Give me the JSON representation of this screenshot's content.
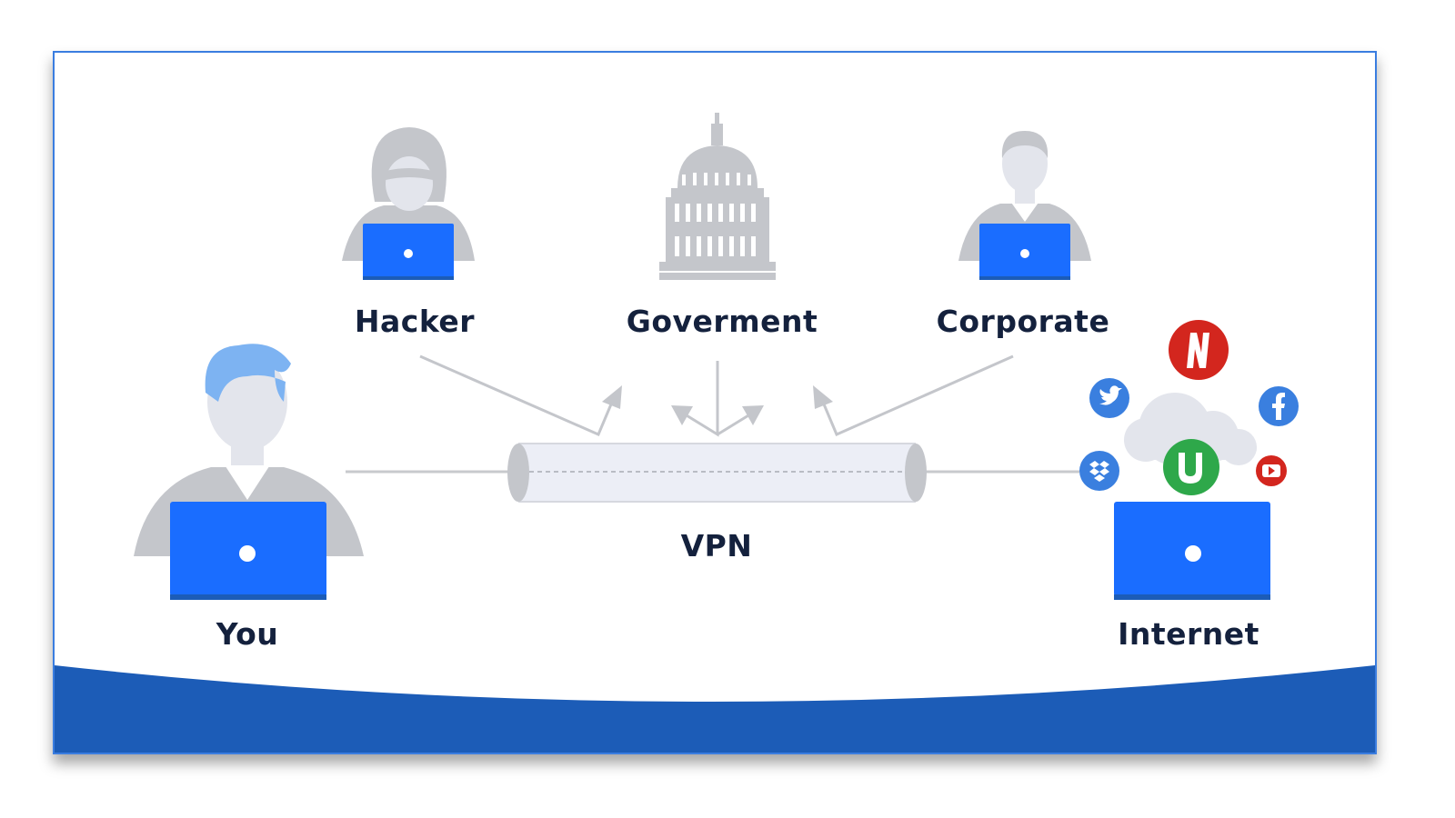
{
  "labels": {
    "you": "You",
    "hacker": "Hacker",
    "government": "Goverment",
    "corporate": "Corporate",
    "vpn": "VPN",
    "internet": "Internet"
  },
  "colors": {
    "frame_border": "#3a7de0",
    "laptop_blue": "#1a6dff",
    "figure_gray": "#c4c6cb",
    "tunnel_fill": "#eceef6",
    "wave_blue": "#1c5cb7",
    "text_dark": "#14213d",
    "netflix_red": "#d3261e",
    "utorrent_green": "#2ea84a",
    "social_blue": "#3a7fdf"
  },
  "icons": [
    "twitter-icon",
    "netflix-icon",
    "facebook-icon",
    "dropbox-icon",
    "utorrent-icon",
    "youtube-icon",
    "cloud-icon"
  ]
}
